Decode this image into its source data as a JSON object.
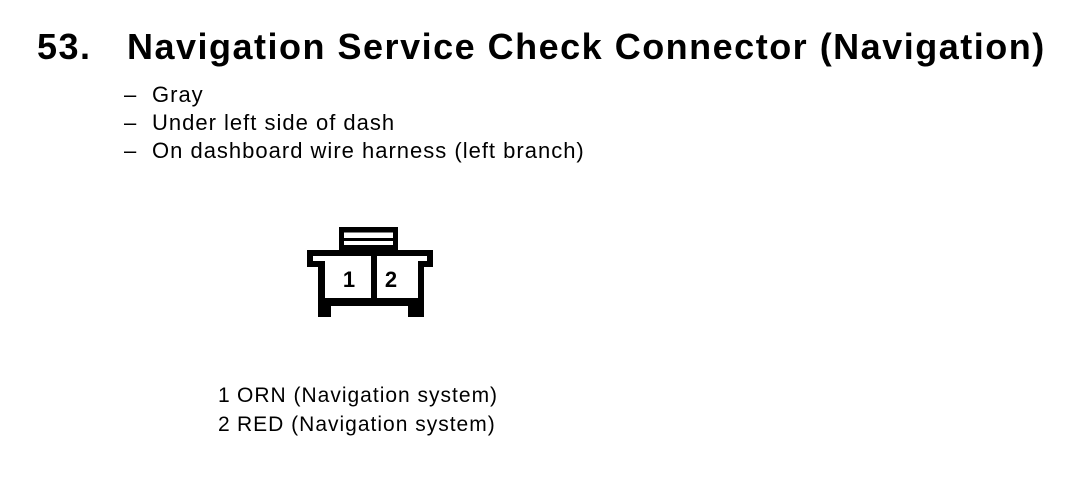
{
  "colors": {
    "ink": "#000000",
    "paper": "#ffffff"
  },
  "section": {
    "number": "53.",
    "title": "Navigation Service Check Connector (Navigation)",
    "bullet_prefix": "–",
    "details": [
      "Gray",
      "Under left side of dash",
      "On dashboard wire harness (left branch)"
    ]
  },
  "connector": {
    "description": "2-cavity connector front view with top latch tab",
    "cavities": [
      {
        "pin": "1"
      },
      {
        "pin": "2"
      }
    ]
  },
  "pin_legend": {
    "items": [
      {
        "pin": "1",
        "label": "ORN (Navigation system)"
      },
      {
        "pin": "2",
        "label": "RED (Navigation system)"
      }
    ]
  }
}
